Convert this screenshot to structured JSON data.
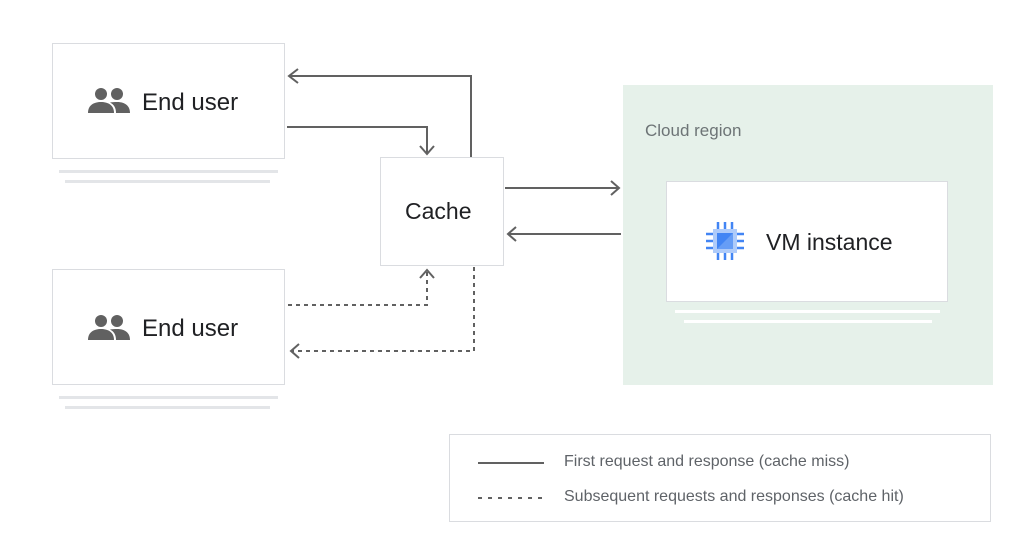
{
  "end_user_top": {
    "label": "End user",
    "icon": "people-icon"
  },
  "end_user_bottom": {
    "label": "End user",
    "icon": "people-icon"
  },
  "cache": {
    "label": "Cache"
  },
  "cloud_region": {
    "label": "Cloud region"
  },
  "vm": {
    "label": "VM instance",
    "icon": "cpu-chip-icon"
  },
  "legend": {
    "solid_label": "First request and response (cache miss)",
    "dashed_label": "Subsequent requests and responses (cache hit)"
  },
  "colors": {
    "arrow": "#616161",
    "region_bg": "#e6f1ea",
    "chip_blue": "#4285f4",
    "icon_gray": "#616161"
  }
}
